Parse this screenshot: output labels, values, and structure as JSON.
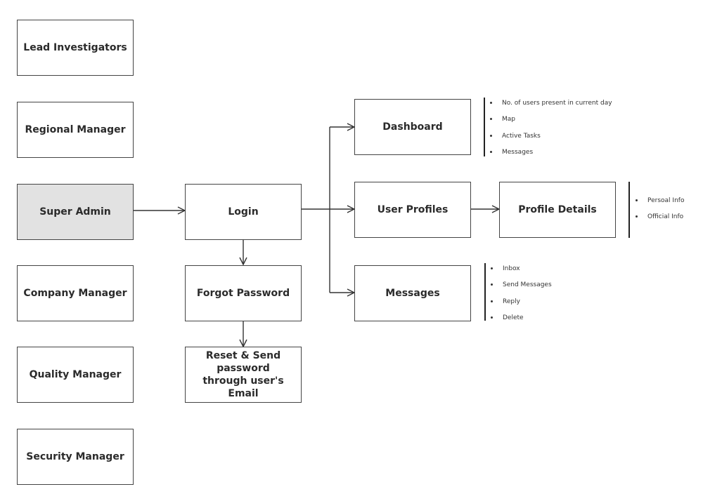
{
  "roles": [
    {
      "label": "Lead Investigators"
    },
    {
      "label": "Regional Manager"
    },
    {
      "label": "Super Admin"
    },
    {
      "label": "Company Manager"
    },
    {
      "label": "Quality Manager"
    },
    {
      "label": "Security Manager"
    }
  ],
  "flow": {
    "login": "Login",
    "forgot_password": "Forgot Password",
    "reset_password": "Reset & Send password through user's Email",
    "dashboard": "Dashboard",
    "user_profiles": "User Profiles",
    "messages": "Messages",
    "profile_details": "Profile Details"
  },
  "dashboard_items": [
    "No. of users present in current day",
    "Map",
    "Active Tasks",
    "Messages"
  ],
  "profile_details_items": [
    "Persoal Info",
    "Official Info"
  ],
  "messages_items": [
    "Inbox",
    "Send Messages",
    "Reply",
    "Delete"
  ],
  "colors": {
    "highlight": "#e2e2e2",
    "stroke": "#444444"
  }
}
